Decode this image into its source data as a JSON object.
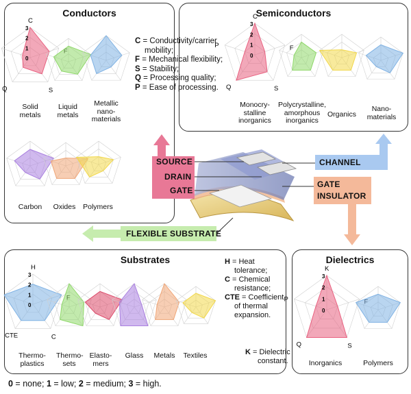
{
  "conductors": {
    "title": "Conductors",
    "items": [
      "Solid metals",
      "Liquid metals",
      "Metallic nano-materials",
      "Carbon",
      "Oxides",
      "Polymers"
    ],
    "legend": [
      {
        "key": "C",
        "text": " = Conductivity/carrier"
      },
      {
        "key": "",
        "text": "mobility;"
      },
      {
        "key": "F",
        "text": " = Mechanical flexibility;"
      },
      {
        "key": "S",
        "text": " = Stability;"
      },
      {
        "key": "Q",
        "text": " = Processing quality;"
      },
      {
        "key": "P",
        "text": " = Ease of processing."
      }
    ],
    "axes": [
      "C",
      "F",
      "S",
      "Q",
      "P"
    ]
  },
  "semiconductors": {
    "title": "Semiconductors",
    "items": [
      "Monocry-stalline inorganics",
      "Polycrystalline, amorphous inorganics",
      "Organics",
      "Nano-materials"
    ]
  },
  "substrates": {
    "title": "Substrates",
    "items": [
      "Thermo-plastics",
      "Thermo-sets",
      "Elasto-mers",
      "Glass",
      "Metals",
      "Textiles"
    ],
    "axes": [
      "H",
      "F",
      "C",
      "CTE",
      "P"
    ],
    "legend": [
      {
        "key": "H",
        "text": " = Heat"
      },
      {
        "key": "",
        "text": "tolerance;"
      },
      {
        "key": "C",
        "text": " = Chemical"
      },
      {
        "key": "",
        "text": "resistance;"
      },
      {
        "key": "CTE",
        "text": " = Coefficient"
      },
      {
        "key": "",
        "text": "of thermal"
      },
      {
        "key": "",
        "text": "expansion."
      }
    ]
  },
  "dielectrics": {
    "title": "Dielectrics",
    "items": [
      "Inorganics",
      "Polymers"
    ],
    "axes": [
      "K",
      "F",
      "S",
      "Q",
      "P"
    ],
    "legend": [
      {
        "key": "K",
        "text": " = Dielectric"
      },
      {
        "key": "",
        "text": "constant."
      }
    ]
  },
  "device_labels": {
    "source": "SOURCE",
    "drain": "DRAIN",
    "gate": "GATE",
    "channel": "CHANNEL",
    "gate_insulator_1": "GATE",
    "gate_insulator_2": "INSULATOR",
    "flexible_substrate": "FLEXIBLE SUBSTRATE"
  },
  "scale": [
    "3",
    "2",
    "1",
    "0"
  ],
  "footer": {
    "parts": [
      {
        "key": "0",
        "text": " = none; "
      },
      {
        "key": "1",
        "text": " = low; "
      },
      {
        "key": "2",
        "text": " = medium; "
      },
      {
        "key": "3",
        "text": " = high."
      }
    ]
  },
  "colors": {
    "pink": "#e8607f",
    "green": "#8fd86a",
    "blue": "#7fb2e4",
    "purple": "#a97fe0",
    "orange": "#f0a677",
    "yellow": "#f2d84a",
    "red": "#dd4a6a",
    "gray": "#9aa3ad"
  }
}
